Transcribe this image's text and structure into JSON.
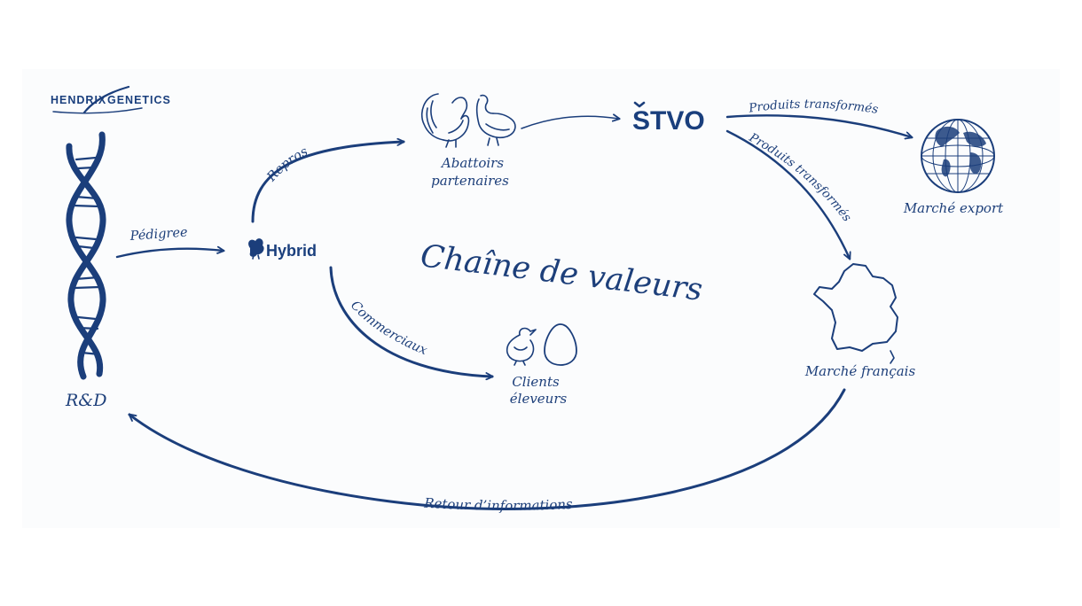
{
  "colors": {
    "primary": "#1b3e7b",
    "background": "#fbfcfd"
  },
  "logo": {
    "left": "HENDRIX",
    "right": "GENETICS"
  },
  "title": "Chaîne de valeurs",
  "nodes": {
    "rd": "R&D",
    "hybrid": "Hybrid",
    "stvo": "STVO",
    "abattoirs_line1": "Abattoirs",
    "abattoirs_line2": "partenaires",
    "clients_line1": "Clients",
    "clients_line2": "éleveurs",
    "export": "Marché export",
    "france": "Marché français"
  },
  "edges": {
    "pedigree": "Pédigree",
    "repros": "Repros",
    "commerciaux": "Commerciaux",
    "produits_export": "Produits transformés",
    "produits_france": "Produits transformés",
    "retour": "Retour d’informations"
  },
  "icons": [
    "dna-helix-icon",
    "turkey-icon",
    "guinea-fowl-icon",
    "globe-icon",
    "france-map-icon",
    "chick-icon",
    "egg-icon",
    "hybrid-turkey-icon"
  ]
}
